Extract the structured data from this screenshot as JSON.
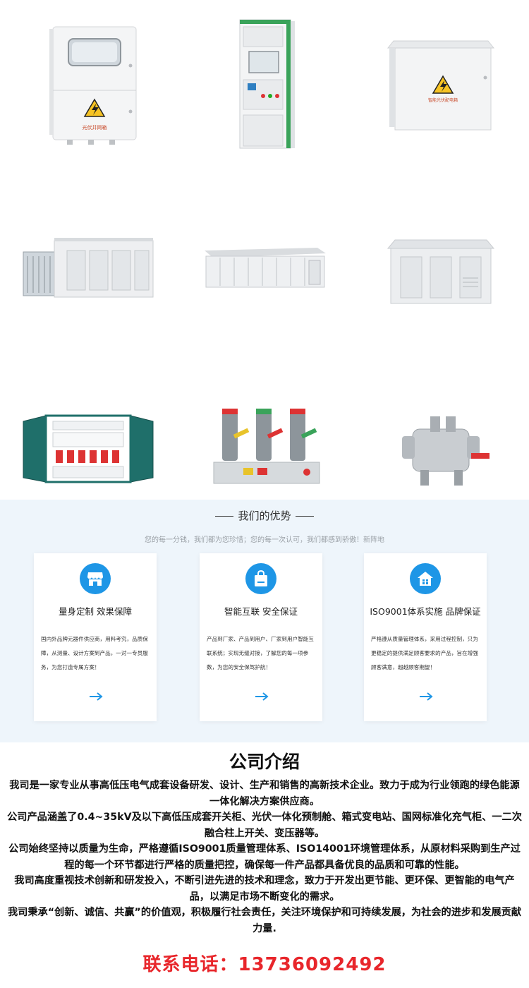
{
  "products": [
    {
      "id": "pv-combiner-box",
      "label": "光伏并网箱"
    },
    {
      "id": "switchgear-cabinet"
    },
    {
      "id": "pv-distribution-box",
      "label": "智能光伏配电箱"
    },
    {
      "id": "prefab-cabin-with-transformer"
    },
    {
      "id": "long-prefab-cabin"
    },
    {
      "id": "box-substation"
    },
    {
      "id": "green-distribution-cabinet"
    },
    {
      "id": "vacuum-circuit-breaker"
    },
    {
      "id": "pole-mounted-switch"
    }
  ],
  "advantages": {
    "title": "我们的优势",
    "subtitle": "您的每一分钱，我们都为您珍惜；您的每一次认可，我们都感到骄傲！新阵地",
    "cards": [
      {
        "icon": "storefront-icon",
        "title": "量身定制  效果保障",
        "desc": "国内外品牌元器件供应商，用料考究，品质保障，从测量、设计方案到产品，一对一专员服务，为您打造专属方案！"
      },
      {
        "icon": "shopping-bag-icon",
        "title": "智能互联  安全保证",
        "desc": "产品到厂家、产品到用户、厂家到用户智能互联系统；实现无缝对接，了解您的每一项参数，为您的安全保驾护航！"
      },
      {
        "icon": "house-icon",
        "title": "ISO9001体系实施  品牌保证",
        "desc": "严格遵从质量管理体系，采用过程控制，只为更稳定的提供满足顾客要求的产品，旨在增强顾客满意，超越顾客期望！"
      }
    ]
  },
  "intro": {
    "title": "公司介绍",
    "paragraphs": [
      "我司是一家专业从事高低压电气成套设备研发、设计、生产和销售的高新技术企业。致力于成为行业领跑的绿色能源一体化解决方案供应商。",
      "公司产品涵盖了0.4~35kV及以下高低压成套开关柜、光伏一体化预制舱、箱式变电站、国网标准化充气柜、一二次融合柱上开关、变压器等。",
      "公司始终坚持以质量为生命，严格遵循ISO9001质量管理体系、ISO14001环境管理体系，从原材料采购到生产过程的每一个环节都进行严格的质量把控，确保每一件产品都具备优良的品质和可靠的性能。",
      "我司高度重视技术创新和研发投入，不断引进先进的技术和理念，致力于开发出更节能、更环保、更智能的电气产品，以满足市场不断变化的需求。",
      "我司秉承“创新、诚信、共赢”的价值观，积极履行社会责任，关注环境保护和可持续发展，为社会的进步和发展贡献力量."
    ],
    "phone": "联系电话：13736092492"
  },
  "colors": {
    "accent": "#1e96e6",
    "phone": "#e8262b",
    "section_bg": "#eef5fb",
    "cabinet_green": "#1f6f6a"
  }
}
